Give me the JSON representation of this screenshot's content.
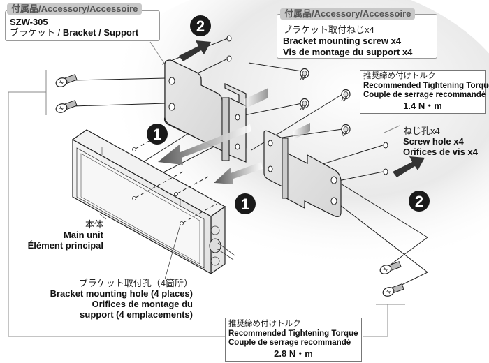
{
  "accessory_bracket": {
    "tag": "付属品/Accessory/Accessoire",
    "model": "SZW-305",
    "name_jp": "ブラケット / ",
    "name_en": "Bracket",
    "name_sep": " / ",
    "name_fr": "Support"
  },
  "accessory_screws": {
    "tag": "付属品/Accessory/Accessoire",
    "jp": "ブラケット取付ねじx4",
    "en": "Bracket mounting screw x4",
    "fr": "Vis de montage du support x4"
  },
  "torque_small": {
    "jp": "推奨締め付けトルク",
    "en": "Recommended Tightening Torque",
    "fr": "Couple de serrage recommandé",
    "value": "1.4 N・m"
  },
  "torque_large": {
    "jp": "推奨締め付けトルク",
    "en": "Recommended Tightening Torque",
    "fr": "Couple de serrage recommandé",
    "value": "2.8 N・m"
  },
  "screw_hole": {
    "jp": "ねじ孔x4",
    "en": "Screw hole x4",
    "fr": "Orifices de vis x4"
  },
  "main_unit": {
    "jp": "本体",
    "en": "Main unit",
    "fr": "Élément principal"
  },
  "mounting_hole": {
    "jp": "ブラケット取付孔（4箇所）",
    "en": "Bracket mounting hole (4 places)",
    "fr_1": "Orifices de montage du",
    "fr_2": "support (4 emplacements)"
  },
  "steps": {
    "step1": "1",
    "step2": "2"
  },
  "colors": {
    "step_badge": "#1a1a1a",
    "callout_tag_bg": "#c8c8c8",
    "arrow_dark": "#333333"
  }
}
